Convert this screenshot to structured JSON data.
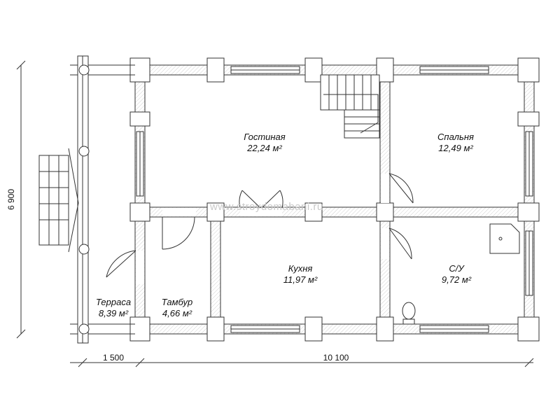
{
  "rooms": [
    {
      "name": "Гостиная",
      "area": "22,24 м²"
    },
    {
      "name": "Спальня",
      "area": "12,49 м²"
    },
    {
      "name": "Кухня",
      "area": "11,97 м²"
    },
    {
      "name": "С/У",
      "area": "9,72 м²"
    },
    {
      "name": "Терраса",
      "area": "8,39 м²"
    },
    {
      "name": "Тамбур",
      "area": "4,66 м²"
    }
  ],
  "dimensions": {
    "height": "6 900",
    "left_width": "1 500",
    "main_width": "10 100"
  },
  "watermark": "www.stroydomabani.ru",
  "colors": {
    "wall": "#e6e6e6",
    "stroke": "#333333"
  }
}
